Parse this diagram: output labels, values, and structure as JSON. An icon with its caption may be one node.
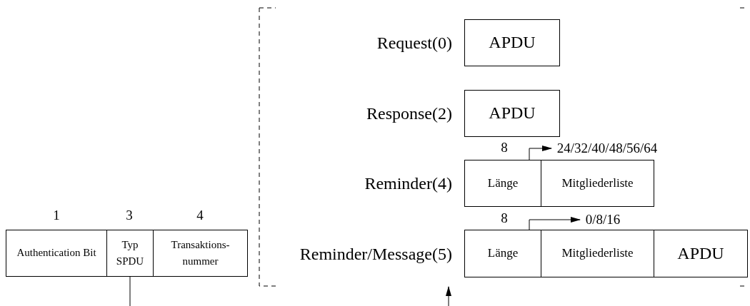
{
  "diagram": {
    "nodes": [
      {
        "text": [],
        "shape": "box"
      },
      {
        "text": [
          "Authentication Bit"
        ]
      },
      {
        "text": [
          "Typ SPDU"
        ]
      },
      {
        "text": [
          "Transaktions- nummer"
        ]
      },
      {
        "text": [
          "APDU"
        ],
        "beside": [
          "Request(0)"
        ],
        "in": 0
      },
      {
        "text": [
          "APDU"
        ],
        "beside": [
          "Response(2)"
        ],
        "in": 0
      },
      {
        "text": [
          "Länge"
        ],
        "beside": [
          "Reminder(4)"
        ],
        "in": 0
      },
      {
        "text": [
          "Mitgliederliste"
        ],
        "in": 0
      },
      {
        "text": [
          "24/32/40/48/56/64"
        ],
        "in": 0
      },
      {
        "text": [
          "Länge"
        ],
        "beside": [
          "Reminder/Message(5)"
        ],
        "in": 0
      },
      {
        "text": [
          "Mitgliederliste"
        ],
        "in": 0
      },
      {
        "text": [
          "APDU"
        ],
        "in": 0
      },
      {
        "text": [
          "0/8/16"
        ],
        "in": 0
      }
    ],
    "edges": [
      {
        "from": 6,
        "to": 8,
        "arrow": "to"
      },
      {
        "from": 9,
        "to": 12,
        "arrow": "to"
      },
      {
        "from": 2,
        "to": null,
        "arrow": "none"
      },
      {
        "from": null,
        "to": 0,
        "arrow": "to"
      }
    ],
    "labels": [
      "8",
      "8",
      "1",
      "3",
      "4"
    ]
  }
}
